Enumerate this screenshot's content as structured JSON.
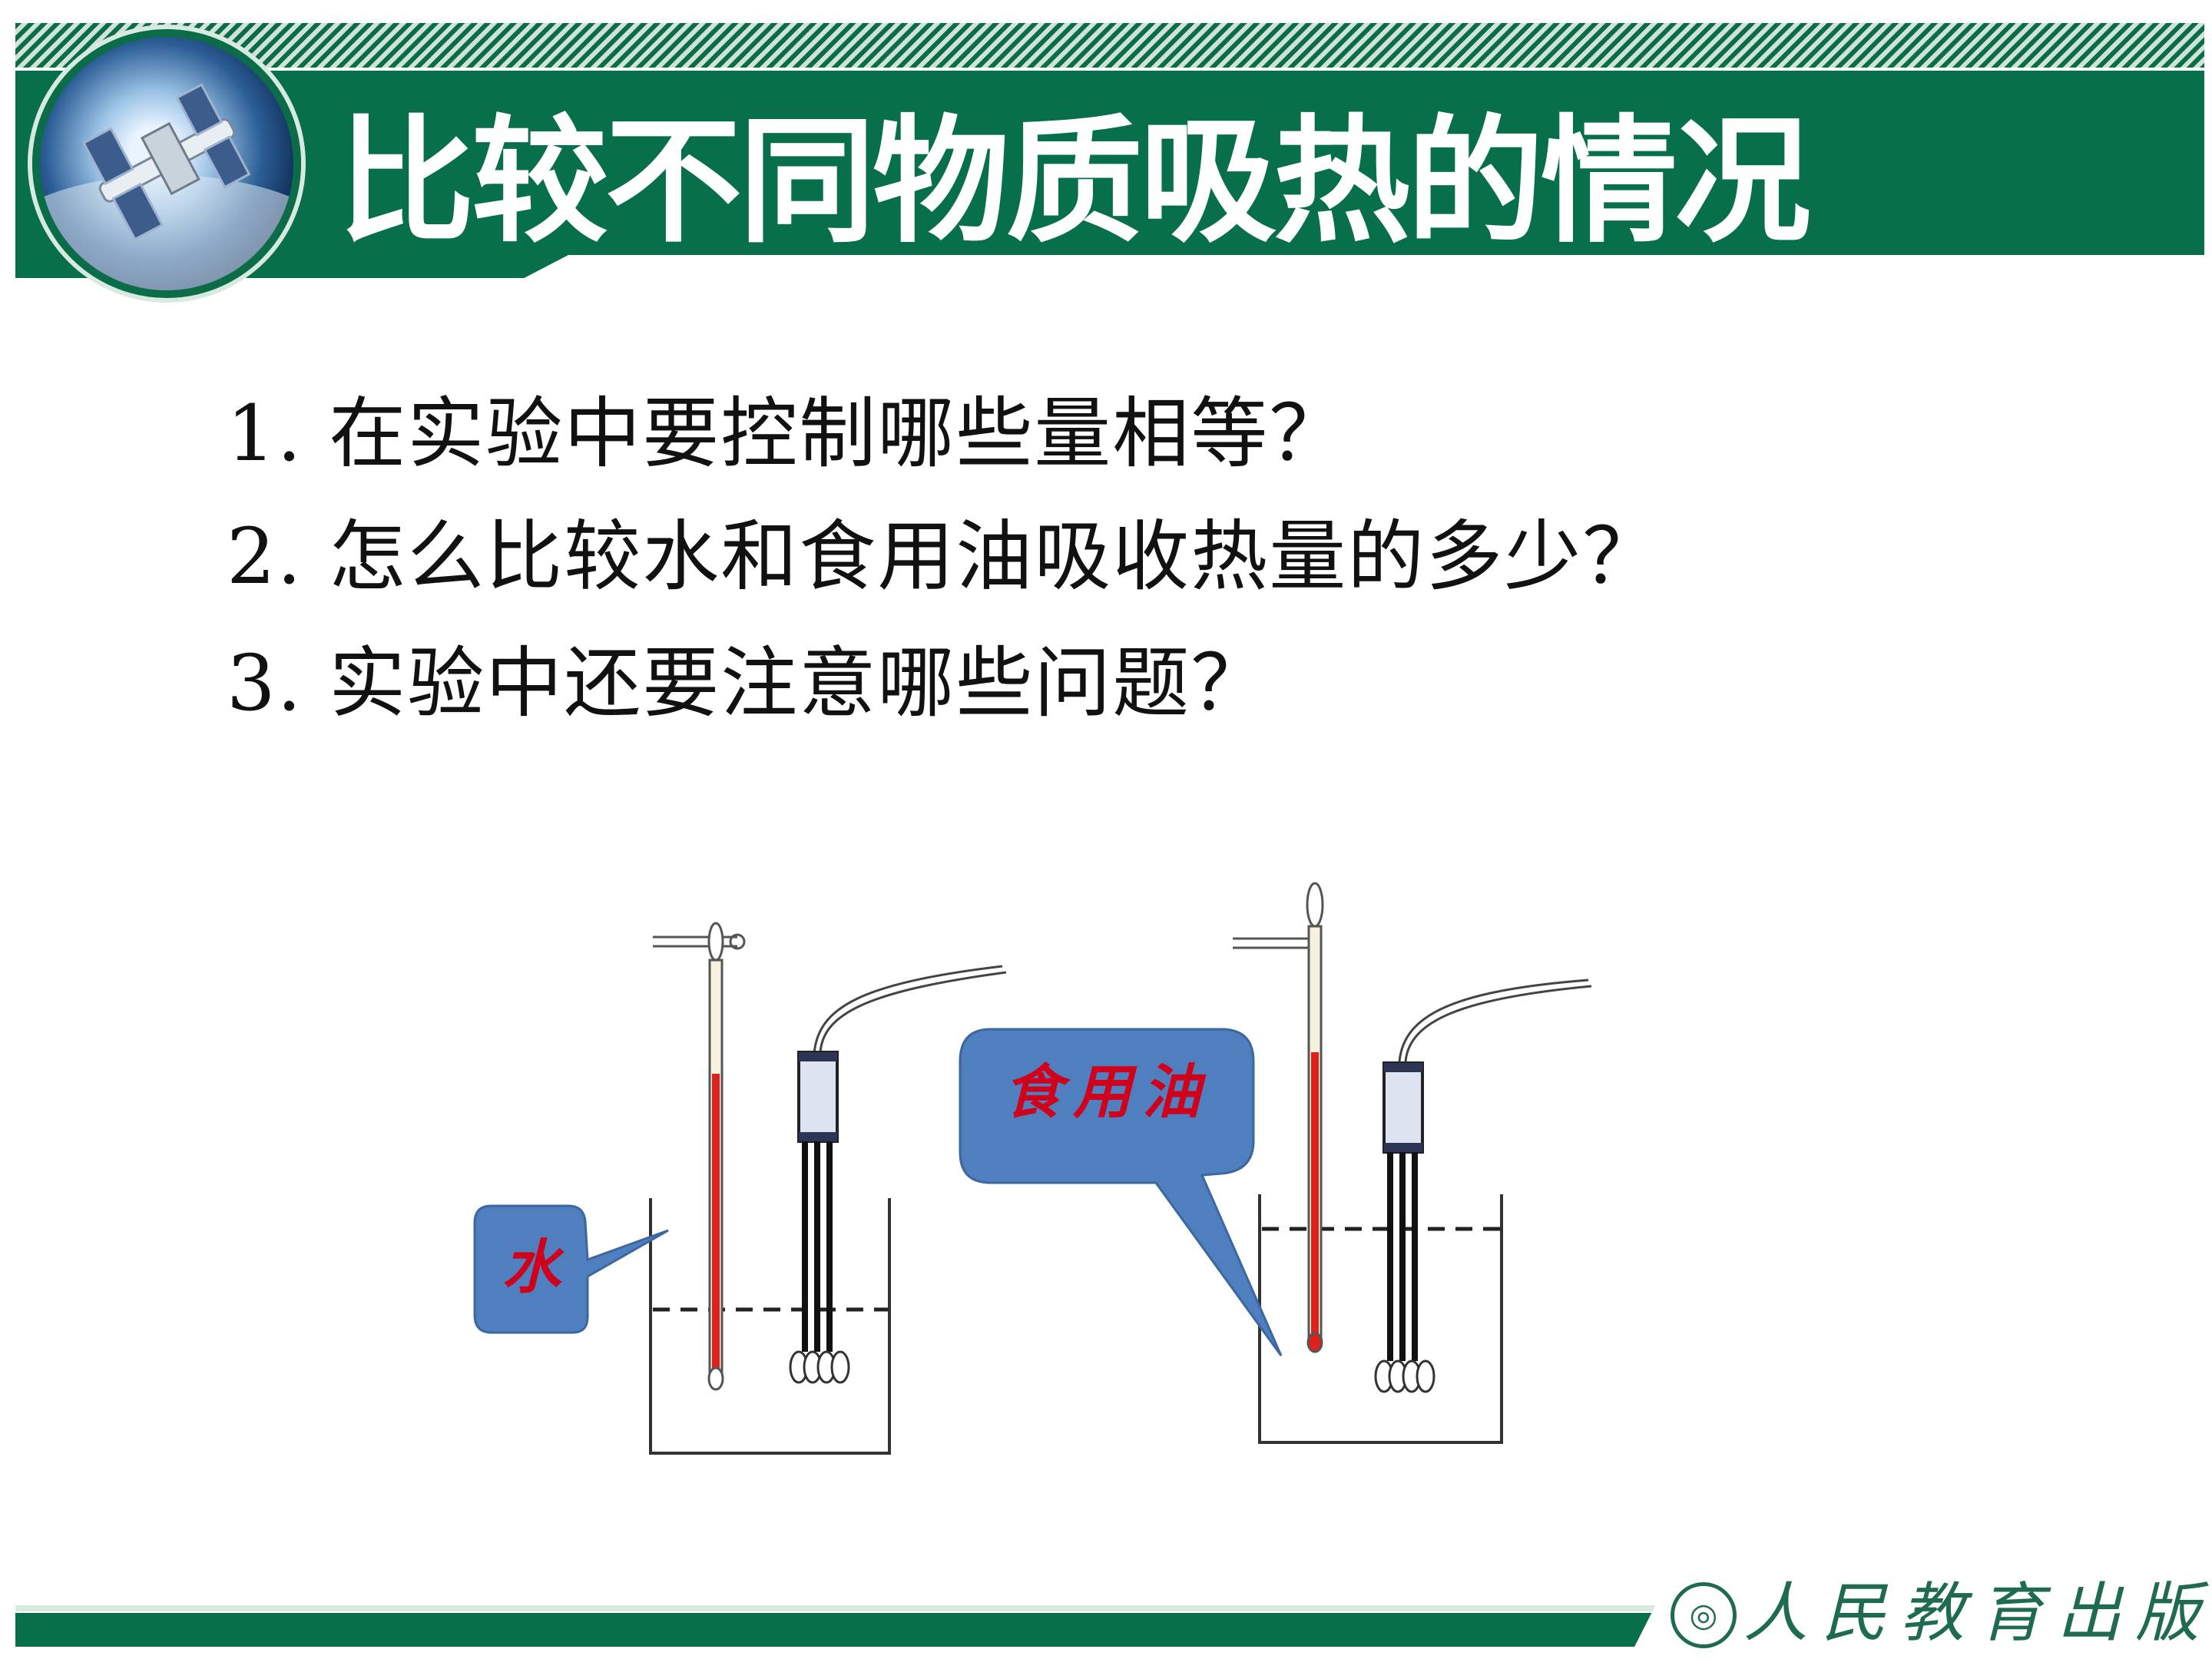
{
  "header": {
    "title": "比较不同物质吸热的情况"
  },
  "questions": [
    {
      "number": "1.",
      "text": "在实验中要控制哪些量相等？"
    },
    {
      "number": "2.",
      "text": "怎么比较水和食用油吸收热量的多少？"
    },
    {
      "number": "3.",
      "text": "实验中还要注意哪些问题？"
    }
  ],
  "diagram": {
    "left_label": "水",
    "right_label": "食用油"
  },
  "footer": {
    "publisher": "人民教育出版社"
  },
  "colors": {
    "banner": "#07704a",
    "callout": "#4f7fbf",
    "label_red": "#d0021b",
    "thermo_red": "#e0201c"
  },
  "icons": {
    "emblem": "space-station-earth-emblem",
    "publisher_logo": "pep-logo-icon"
  }
}
